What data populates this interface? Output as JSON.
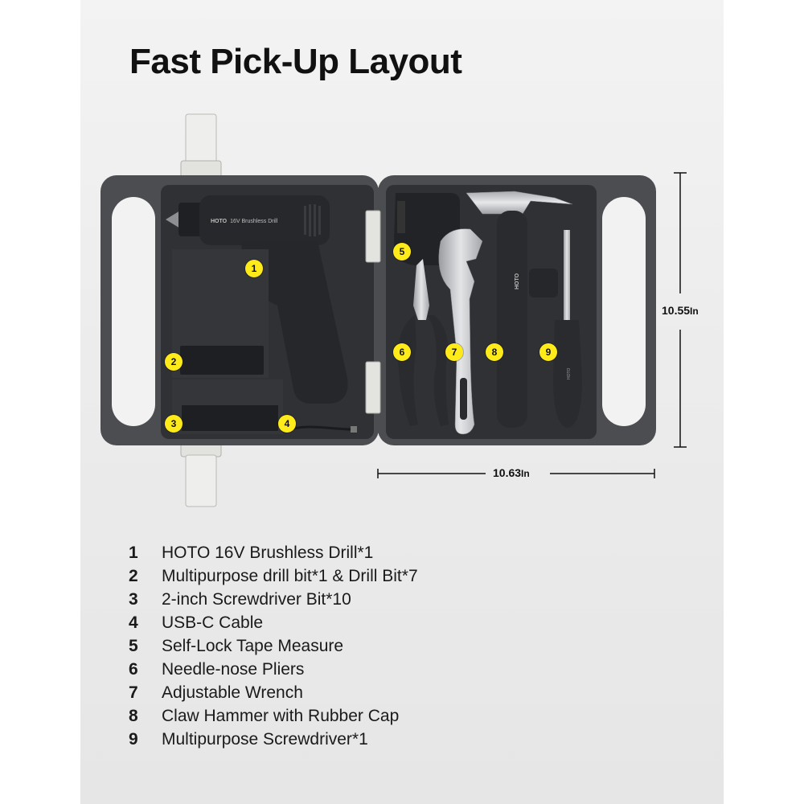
{
  "title": "Fast Pick-Up Layout",
  "dimensions": {
    "height": {
      "value": "10.55",
      "unit": "In"
    },
    "width": {
      "value": "10.63",
      "unit": "In"
    }
  },
  "case_labels": {
    "drill_brand": "HOTO",
    "drill_model": "16V Brushless Drill",
    "hammer_brand": "HOTO",
    "screwdriver_brand": "HOTO"
  },
  "callouts": [
    "1",
    "2",
    "3",
    "4",
    "5",
    "6",
    "7",
    "8",
    "9"
  ],
  "items": [
    {
      "num": "1",
      "label": "HOTO 16V Brushless Drill*1"
    },
    {
      "num": "2",
      "label": "Multipurpose drill bit*1 & Drill Bit*7"
    },
    {
      "num": "3",
      "label": "2-inch Screwdriver Bit*10"
    },
    {
      "num": "4",
      "label": "USB-C Cable"
    },
    {
      "num": "5",
      "label": "Self-Lock Tape Measure"
    },
    {
      "num": "6",
      "label": "Needle-nose Pliers"
    },
    {
      "num": "7",
      "label": "Adjustable Wrench"
    },
    {
      "num": "8",
      "label": "Claw Hammer with Rubber Cap"
    },
    {
      "num": "9",
      "label": "Multipurpose Screwdriver*1"
    }
  ],
  "colors": {
    "callout": "#ffeb1a",
    "case": "#4a4c50",
    "tray": "#2f3034",
    "tool": "#26272b"
  }
}
